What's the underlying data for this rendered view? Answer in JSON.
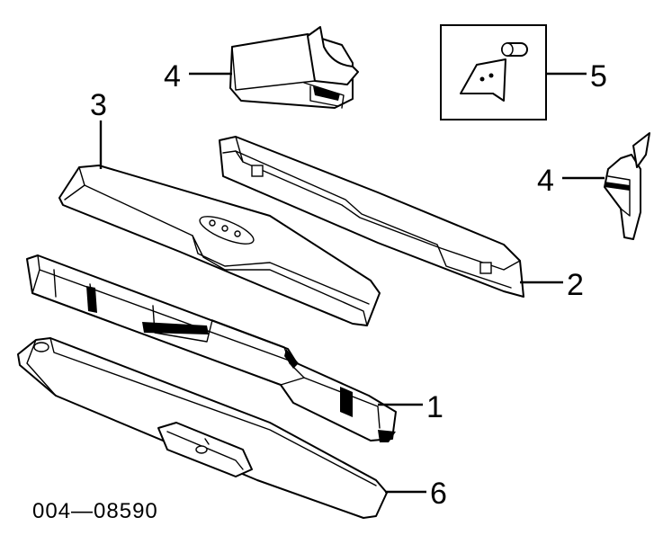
{
  "callouts": {
    "part_1": "1",
    "part_2": "2",
    "part_3": "3",
    "part_4_top": "4",
    "part_4_right": "4",
    "part_5": "5",
    "part_6": "6"
  },
  "diagram_code": "004—08590"
}
